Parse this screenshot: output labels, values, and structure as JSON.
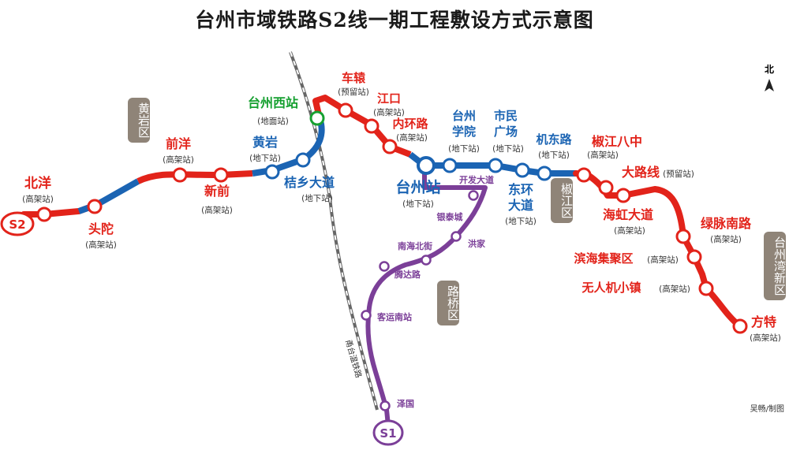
{
  "title": "台州市域铁路S2线一期工程敷设方式示意图",
  "credit": "吴畅/制图",
  "north_label": "北",
  "colors": {
    "elevated": "#e2231a",
    "underground": "#1b64b3",
    "ground": "#16a030",
    "s1": "#7b3f98",
    "rail": "#666666",
    "district_bg": "#8f8478"
  },
  "line_badges": {
    "s2": "S2",
    "s1": "S1"
  },
  "railway_label": "甬台温铁路",
  "districts": [
    {
      "id": "huangyan",
      "name": "黄岩区"
    },
    {
      "id": "jiaojiang",
      "name": "椒江区"
    },
    {
      "id": "luqiao",
      "name": "路桥区"
    },
    {
      "id": "taizhouwan",
      "name": "台州湾新区"
    }
  ],
  "s2_stations": [
    {
      "name": "北洋",
      "type": "高架站"
    },
    {
      "name": "头陀",
      "type": "高架站"
    },
    {
      "name": "新前",
      "type": "高架站"
    },
    {
      "name": "前洋",
      "type": "高架站"
    },
    {
      "name": "桔乡大道",
      "type": "地下站"
    },
    {
      "name": "黄岩",
      "type": "地下站"
    },
    {
      "name": "台州西站",
      "type": "地面站"
    },
    {
      "name": "车辕",
      "type": "预留站"
    },
    {
      "name": "江口",
      "type": "高架站"
    },
    {
      "name": "内环路",
      "type": "高架站"
    },
    {
      "name": "台州站",
      "type": "地下站"
    },
    {
      "name": "台州学院",
      "type": "地下站"
    },
    {
      "name": "市民广场",
      "type": "地下站"
    },
    {
      "name": "机东路",
      "type": "地下站"
    },
    {
      "name": "东环大道",
      "type": "地下站"
    },
    {
      "name": "椒江八中",
      "type": "高架站"
    },
    {
      "name": "大路线",
      "type": "预留站"
    },
    {
      "name": "海虹大道",
      "type": "高架站"
    },
    {
      "name": "绿脉南路",
      "type": "高架站"
    },
    {
      "name": "滨海集聚区",
      "type": "高架站"
    },
    {
      "name": "无人机小镇",
      "type": "高架站"
    },
    {
      "name": "方特",
      "type": "高架站"
    }
  ],
  "s1_stations": [
    "开发大道",
    "银泰城",
    "洪家",
    "南海北街",
    "腾达路",
    "客运南站",
    "泽国"
  ]
}
